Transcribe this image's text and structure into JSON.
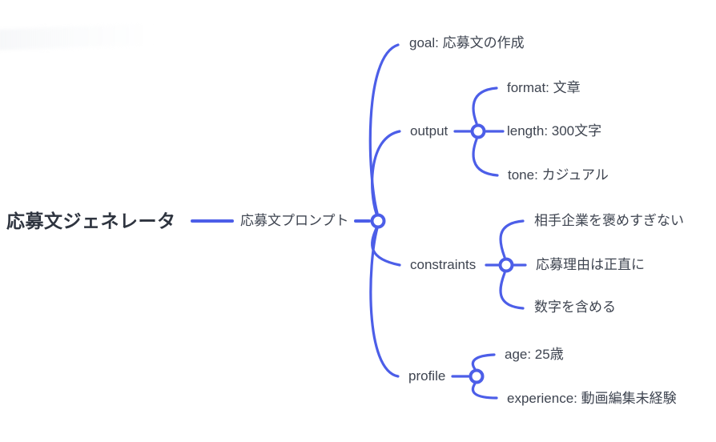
{
  "colors": {
    "accent": "#4c5ee8",
    "text": "#3e4450",
    "root_text": "#2e343f",
    "background": "#ffffff"
  },
  "mindmap": {
    "type": "mind-map",
    "root": {
      "label": "応募文ジェネレータ",
      "children": [
        {
          "label": "応募文プロンプト",
          "children": [
            {
              "label": "goal: 応募文の作成"
            },
            {
              "label": "output",
              "children": [
                {
                  "label": "format: 文章"
                },
                {
                  "label": "length: 300文字"
                },
                {
                  "label": "tone: カジュアル"
                }
              ]
            },
            {
              "label": "constraints",
              "children": [
                {
                  "label": "相手企業を褒めすぎない"
                },
                {
                  "label": "応募理由は正直に"
                },
                {
                  "label": "数字を含める"
                }
              ]
            },
            {
              "label": "profile",
              "children": [
                {
                  "label": "age: 25歳"
                },
                {
                  "label": "experience: 動画編集未経験"
                }
              ]
            }
          ]
        }
      ]
    }
  }
}
